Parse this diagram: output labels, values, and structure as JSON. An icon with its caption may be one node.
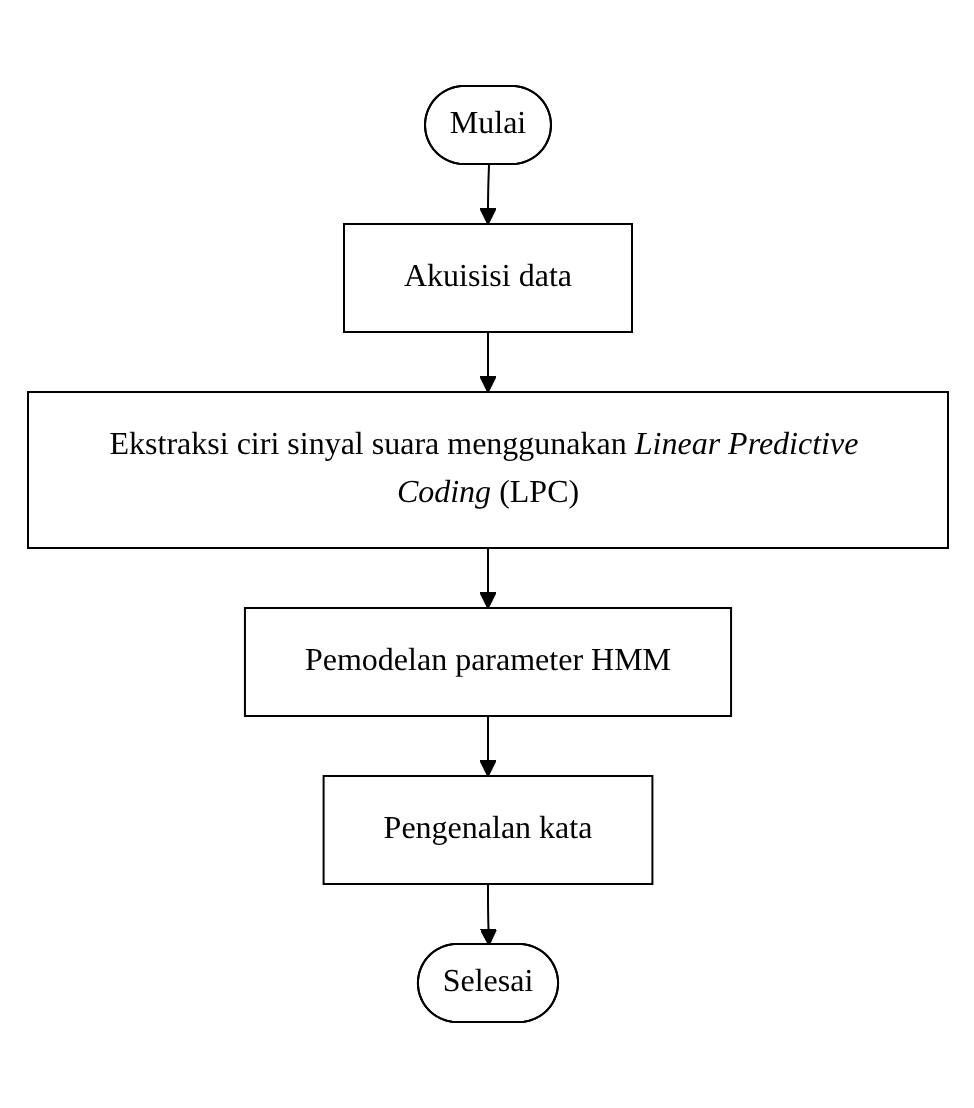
{
  "diagram": {
    "nodes": [
      {
        "text": [
          "Mulai"
        ]
      },
      {
        "text": [
          "Akuisisi data"
        ]
      },
      {
        "text": [
          "Ekstraksi ciri sinyal suara menggunakan *Linear Predictive Coding* (LPC)"
        ]
      },
      {
        "text": [
          "Pemodelan parameter HMM"
        ]
      },
      {
        "text": [
          "Pengenalan kata"
        ]
      },
      {
        "text": [
          "Selesai"
        ]
      }
    ],
    "edges": [
      {
        "from": 0,
        "to": 1,
        "arrow": "to"
      },
      {
        "from": 1,
        "to": 2,
        "arrow": "to"
      },
      {
        "from": 2,
        "to": 3,
        "arrow": "to"
      },
      {
        "from": 3,
        "to": 4,
        "arrow": "to"
      },
      {
        "from": 4,
        "to": 5,
        "arrow": "to"
      }
    ]
  }
}
